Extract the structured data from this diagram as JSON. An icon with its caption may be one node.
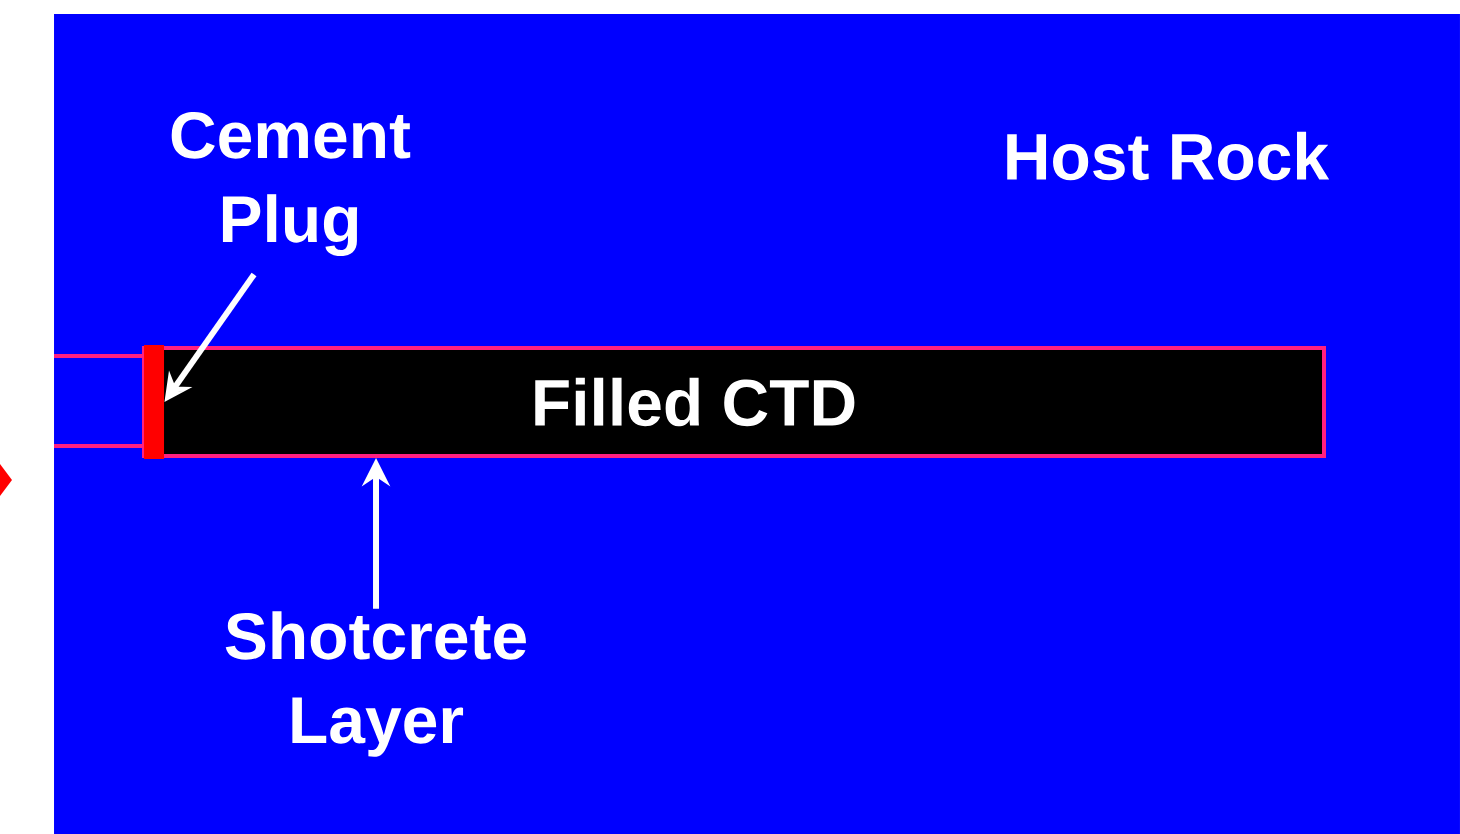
{
  "diagram": {
    "nodes": [
      {
        "text": [
          "Host Rock"
        ]
      },
      {
        "text": [
          "Cement Plug"
        ],
        "in": 0
      },
      {
        "text": [
          "Filled CTD"
        ],
        "in": 0
      },
      {
        "text": [],
        "shape": "bar",
        "in": 2
      },
      {
        "text": [
          "Shotcrete Layer"
        ],
        "in": 0
      }
    ],
    "edges": [
      {
        "from": 1,
        "to": 3,
        "arrow": "to"
      },
      {
        "from": 4,
        "to": 2,
        "arrow": "to"
      }
    ]
  }
}
